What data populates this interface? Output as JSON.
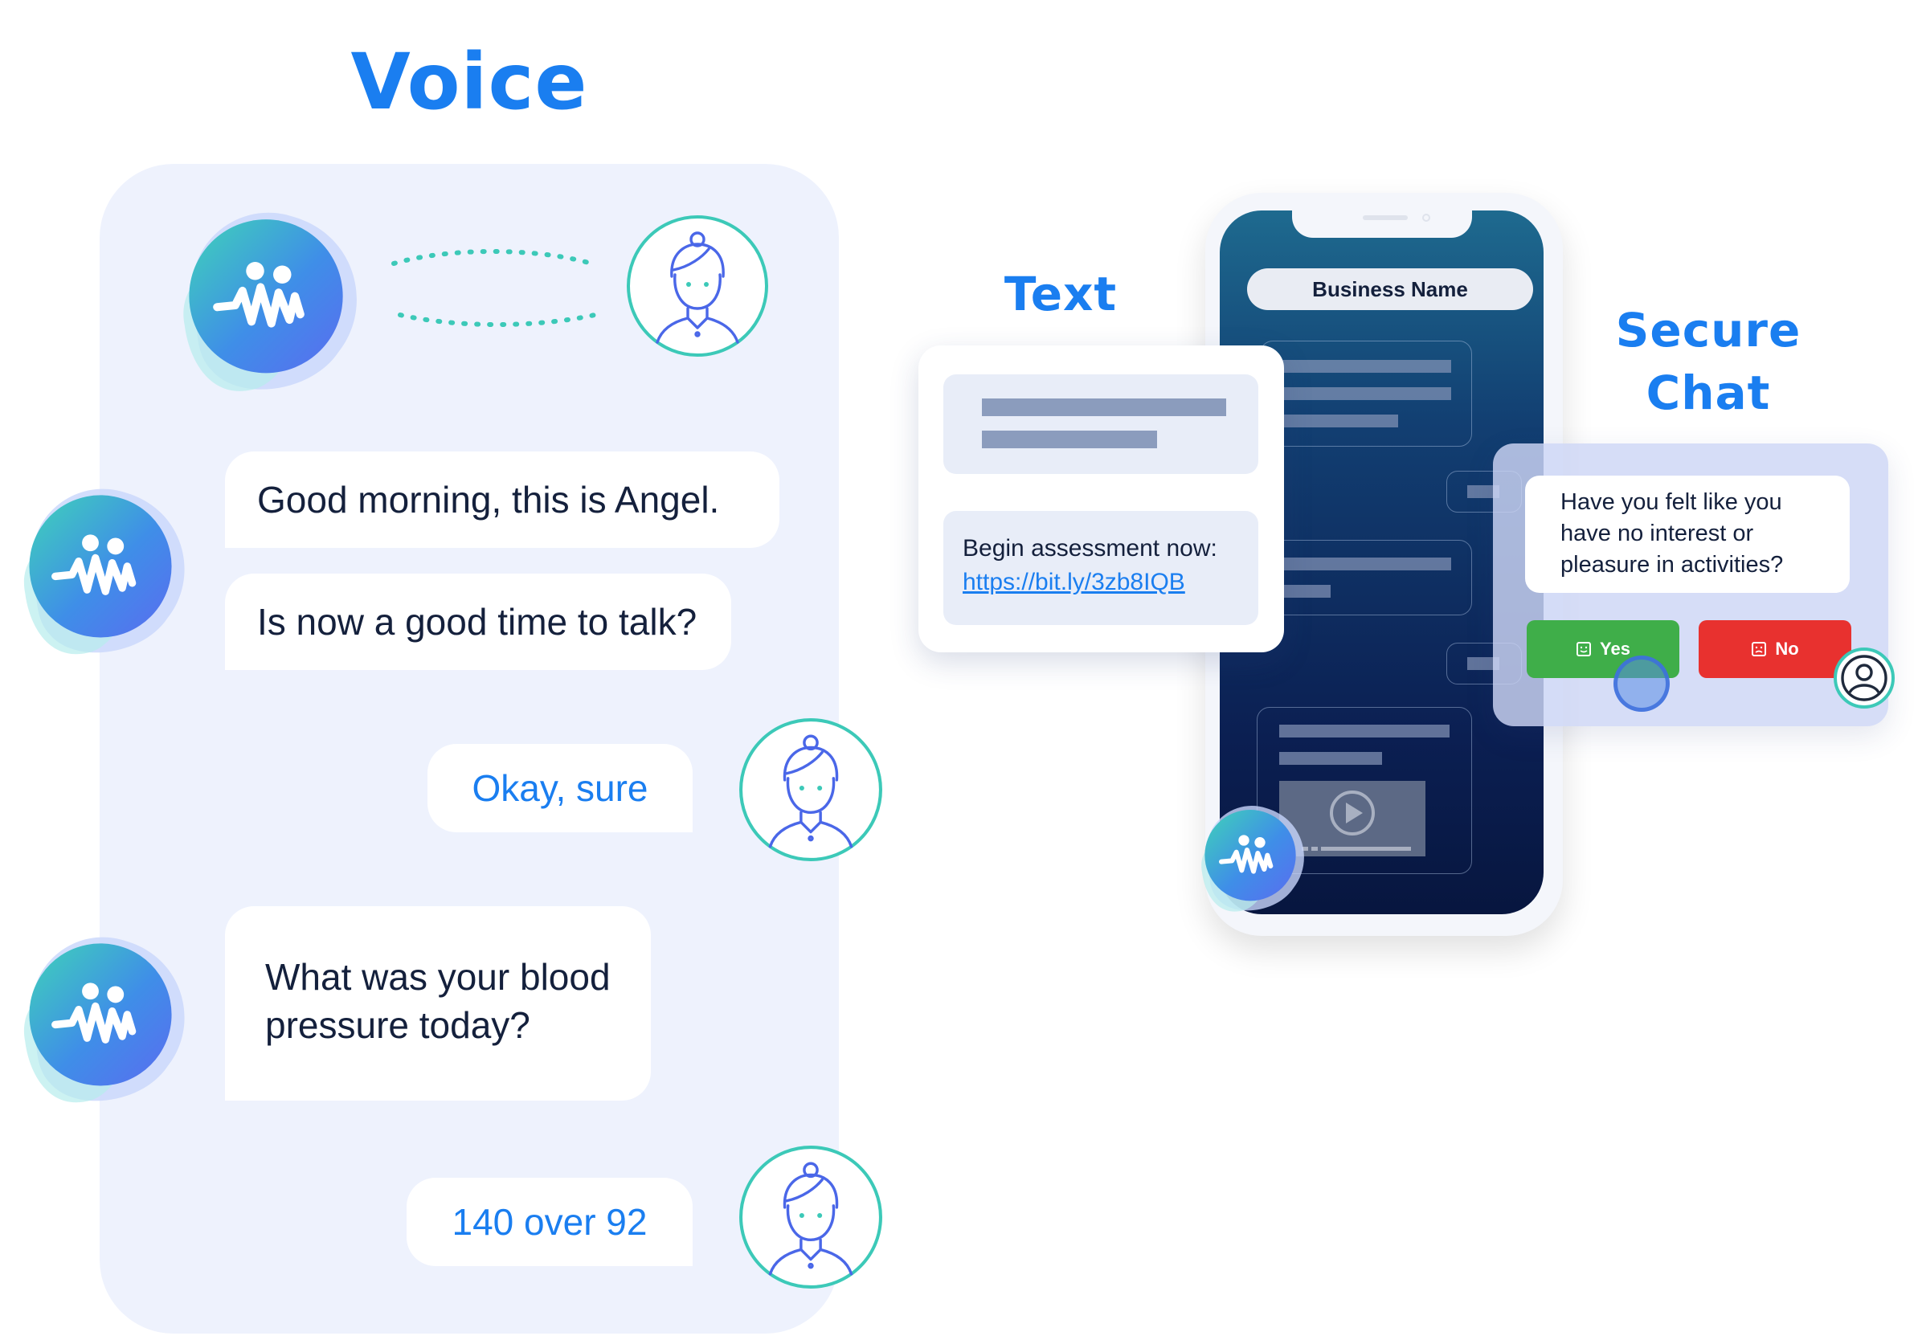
{
  "voice": {
    "heading": "Voice",
    "messages": [
      {
        "from": "bot",
        "text": "Good morning, this is Angel."
      },
      {
        "from": "bot",
        "text": "Is now a good time to talk?"
      },
      {
        "from": "user",
        "text": "Okay, sure"
      },
      {
        "from": "bot",
        "text": "What was your blood pressure today?"
      },
      {
        "from": "user",
        "text": "140 over 92"
      }
    ]
  },
  "text": {
    "heading": "Text",
    "message": "Begin assessment now:",
    "link": "https://bit.ly/3zb8IQB"
  },
  "phone": {
    "business_name": "Business Name"
  },
  "secure_chat": {
    "heading_line1": "Secure",
    "heading_line2": "Chat",
    "question": "Have you felt like you have no interest or pleasure in activities?",
    "yes_label": "Yes",
    "no_label": "No"
  },
  "colors": {
    "accent": "#1a7ef0",
    "panel": "#eef2fd",
    "teal": "#3cc9b8",
    "yes": "#3fae49",
    "no": "#e8312f"
  },
  "icons": [
    "bot-logo-icon",
    "user-avatar-icon",
    "play-icon",
    "smile-icon",
    "frown-icon",
    "person-icon"
  ]
}
